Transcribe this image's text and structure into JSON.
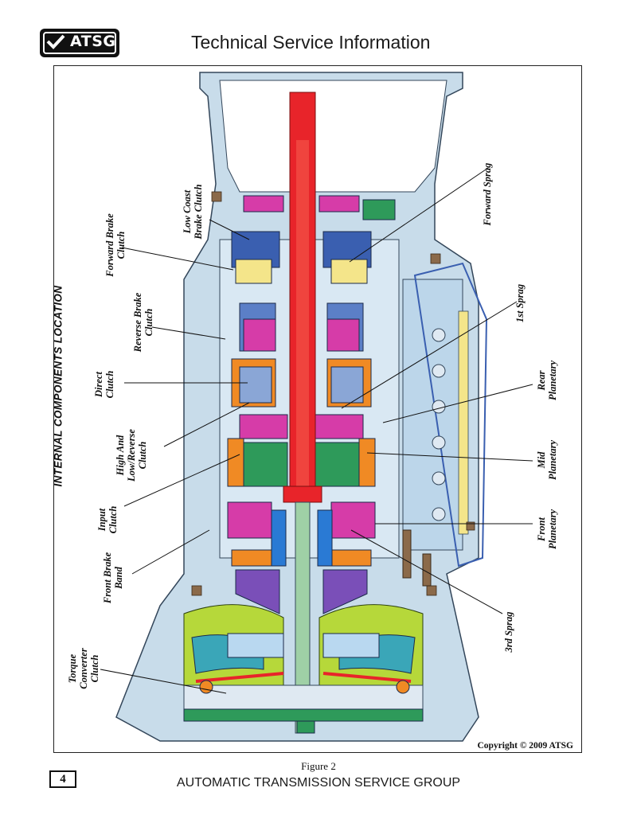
{
  "header": {
    "logo_text": "ATSG",
    "title": "Technical Service Information"
  },
  "figure": {
    "side_title": "INTERNAL COMPONENTS LOCATION",
    "labels": {
      "low_coast": "Low Coast\nBrake Clutch",
      "forward_brake": "Forward Brake\nClutch",
      "reverse_brake": "Reverse Brake\nClutch",
      "direct": "Direct\nClutch",
      "high_low": "High And\nLow/Reverse\nClutch",
      "input": "Input\nClutch",
      "front_band": "Front Brake\nBand",
      "torque_converter": "Torque\nConverter\nClutch",
      "forward_sprag": "Forward Sprag",
      "first_sprag": "1st Sprag",
      "rear_planetary": "Rear\nPlanetary",
      "mid_planetary": "Mid\nPlanetary",
      "front_planetary": "Front\nPlanetary",
      "third_sprag": "3rd Sprag"
    },
    "copyright": "Copyright © 2009 ATSG",
    "caption": "Figure 2"
  },
  "footer": {
    "page_number": "4",
    "text": "AUTOMATIC TRANSMISSION SERVICE GROUP"
  },
  "colors": {
    "case": "#c8dcea",
    "shaft": "#e8242a",
    "clutch_blue": "#3a5fb0",
    "magenta": "#d63ca8",
    "green": "#2e9a5a",
    "orange": "#f08a24",
    "yellow": "#f4e58a",
    "lime": "#b6d83a",
    "purple": "#7a4fb8"
  }
}
